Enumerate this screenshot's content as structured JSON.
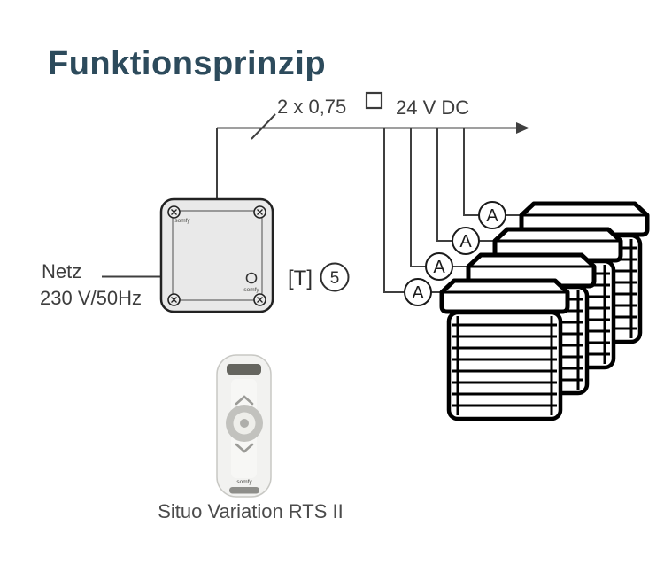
{
  "title": "Funktionsprinzip",
  "cable": {
    "label": "2 x 0,75",
    "voltage": "24 V DC"
  },
  "power_supply": {
    "line1": "Netz",
    "line2": "230 V/50Hz"
  },
  "receiver": {
    "brand_top": "somfy",
    "brand_bottom": "somfy",
    "annotation_timer": "[T]",
    "annotation_channel": "5"
  },
  "actuators": {
    "labels": [
      "A",
      "A",
      "A",
      "A"
    ]
  },
  "remote": {
    "brand": "somfy",
    "caption": "Situo Variation RTS II"
  },
  "colors": {
    "title": "#2d4b5c",
    "wire": "#3f3f3f",
    "text": "#3d3d3d",
    "blind_outline": "#000000",
    "receiver_fill": "#e9e9e9",
    "remote_body": "#f2f2f0"
  }
}
